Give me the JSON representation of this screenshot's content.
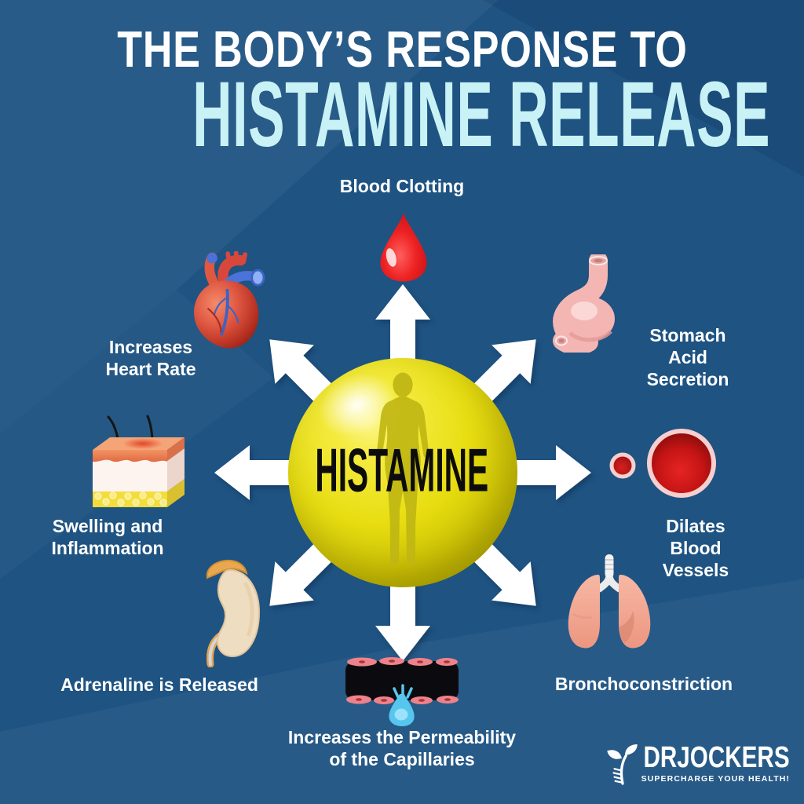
{
  "title": {
    "line1": "THE BODY’S RESPONSE TO",
    "line2": "HISTAMINE RELEASE"
  },
  "center": {
    "label": "HISTAMINE",
    "figure": "human-silhouette",
    "arrow_count": 8
  },
  "effects": [
    {
      "label": "Blood Clotting",
      "icon": "blood-drop-icon",
      "position": "top"
    },
    {
      "label": "Stomach\nAcid Secretion",
      "icon": "stomach-icon",
      "position": "top-right"
    },
    {
      "label": "Dilates\nBlood Vessels",
      "icon": "blood-vessels-icon",
      "position": "right"
    },
    {
      "label": "Bronchoconstriction",
      "icon": "lungs-icon",
      "position": "bottom-right"
    },
    {
      "label": "Increases the Permeability\nof the Capillaries",
      "icon": "capillary-icon",
      "position": "bottom"
    },
    {
      "label": "Adrenaline is Released",
      "icon": "adrenal-gland-icon",
      "position": "bottom-left"
    },
    {
      "label": "Swelling and\nInflammation",
      "icon": "skin-icon",
      "position": "left"
    },
    {
      "label": "Increases\nHeart Rate",
      "icon": "heart-icon",
      "position": "top-left"
    }
  ],
  "logo": {
    "brand": "DRJOCKERS",
    "tagline": "SUPERCHARGE YOUR HEALTH!",
    "icon": "leaf-icon"
  },
  "colors": {
    "background_blue": "#1e5382",
    "title_cyan": "#c9f2f6",
    "text_white": "#ffffff",
    "sphere_yellow": "#e8de12",
    "histamine_black": "#0c0c0c",
    "arrow_white": "#ffffff",
    "drop_red": "#e62525",
    "stomach_pink": "#f4b6b3",
    "vessel_red": "#c41414",
    "vessel_ring_pink": "#f7cfcf",
    "lung_salmon": "#f2a48f",
    "kidney_cream": "#eedcc0",
    "adrenal_orange": "#e9a84e",
    "skin_orange": "#ee8255",
    "fat_yellow": "#f3dd3a",
    "capillary_black": "#0b0b0f",
    "leak_blue": "#56c6ee"
  }
}
